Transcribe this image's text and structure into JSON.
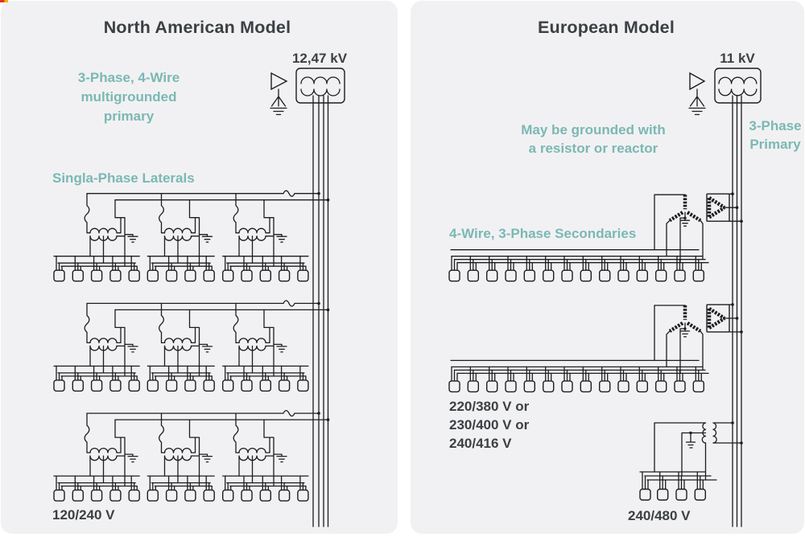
{
  "colors": {
    "page_bg": "#ffffff",
    "panel_bg": "#f1f1f3",
    "diagram_line": "#1d1d1f",
    "heading_text": "#3c4043",
    "annotation_teal": "#7bb8b4"
  },
  "left_panel": {
    "title": "North American Model",
    "substation_voltage": "12,47 kV",
    "primary_label_line1": "3-Phase, 4-Wire",
    "primary_label_line2": "multigrounded",
    "primary_label_line3": "primary",
    "laterals_label": "Singla-Phase Laterals",
    "secondary_voltage": "120/240 V"
  },
  "right_panel": {
    "title": "European Model",
    "substation_voltage": "11 kV",
    "grounding_label_line1": "May be grounded with",
    "grounding_label_line2": "a resistor or reactor",
    "primary_label_line1": "3-Phase",
    "primary_label_line2": "Primary",
    "secondaries_label": "4-Wire, 3-Phase Secondaries",
    "secondary_voltage_line1": "220/380 V or",
    "secondary_voltage_line2": "230/400 V or",
    "secondary_voltage_line3": "240/416 V",
    "single_phase_voltage": "240/480 V"
  }
}
